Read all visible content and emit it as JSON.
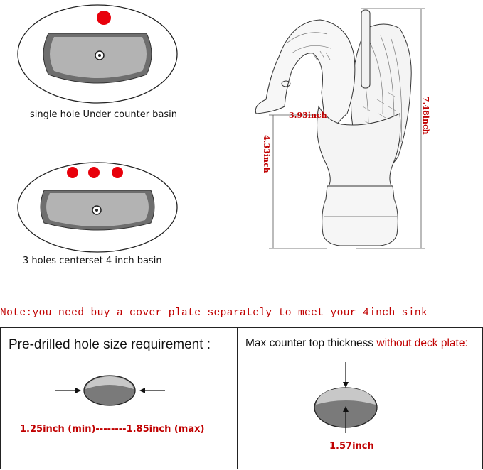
{
  "basins": {
    "single": {
      "label": "single hole Under counter basin",
      "hole_count": 1
    },
    "three": {
      "label": "3 holes centerset 4 inch basin",
      "hole_count": 3
    }
  },
  "faucet": {
    "dim_spout_reach": "3.93inch",
    "dim_spout_height": "4.33inch",
    "dim_total_height": "7.48inch"
  },
  "note": "Note:you need buy a cover plate separately to meet your 4inch sink",
  "hole_panel": {
    "title": "Pre-drilled hole size requirement :",
    "measure": "1.25inch (min)--------1.85inch (max)"
  },
  "thickness_panel": {
    "title_black": "Max counter top thickness ",
    "title_red": "without deck plate:",
    "measure": "1.57inch"
  },
  "colors": {
    "accent_red": "#c00000",
    "hole_red": "#e8000b",
    "basin_gray": "#a8a8a8"
  }
}
